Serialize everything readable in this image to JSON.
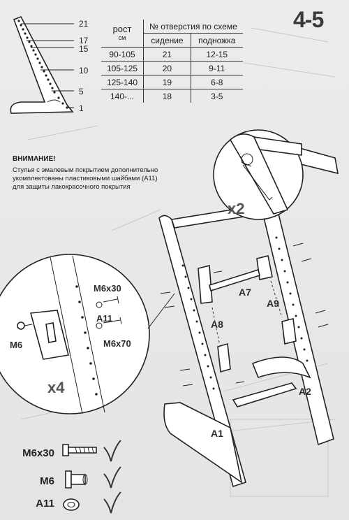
{
  "page": {
    "title": "4-5"
  },
  "scale": {
    "labels": [
      "21",
      "17",
      "15",
      "10",
      "5",
      "1"
    ]
  },
  "table": {
    "headers": {
      "rost": "рост",
      "rost_unit": "см",
      "hole_no": "№ отверстия по схеме",
      "seat": "сидение",
      "footrest": "подножка"
    },
    "rows": [
      {
        "height": "90-105",
        "seat": "21",
        "footrest": "12-15"
      },
      {
        "height": "105-125",
        "seat": "20",
        "footrest": "9-11"
      },
      {
        "height": "125-140",
        "seat": "19",
        "footrest": "6-8"
      },
      {
        "height": "140-...",
        "seat": "18",
        "footrest": "3-5"
      }
    ]
  },
  "notice": {
    "title": "ВНИМАНИЕ!",
    "text": "Стулья с эмалевым покрытием дополнительно укомплектованы пластиковыми шайбами (А11) для защиты лакокрасочного покрытия"
  },
  "callout_top": {
    "multiplier": "x2"
  },
  "callout_left": {
    "multiplier": "x4",
    "labels": {
      "bolt": "M6x30",
      "washer": "A11",
      "long_bolt": "M6x70",
      "nut": "M6"
    }
  },
  "assembly": {
    "labels": {
      "a1": "A1",
      "a2": "A2",
      "a7": "A7",
      "a8": "A8",
      "a9": "A9"
    }
  },
  "parts": [
    {
      "name": "M6x30",
      "icon": "bolt-icon",
      "check": "checkmark-icon"
    },
    {
      "name": "M6",
      "icon": "barrel-nut-icon",
      "check": "checkmark-icon"
    },
    {
      "name": "A11",
      "icon": "washer-icon",
      "check": "checkmark-icon"
    }
  ]
}
